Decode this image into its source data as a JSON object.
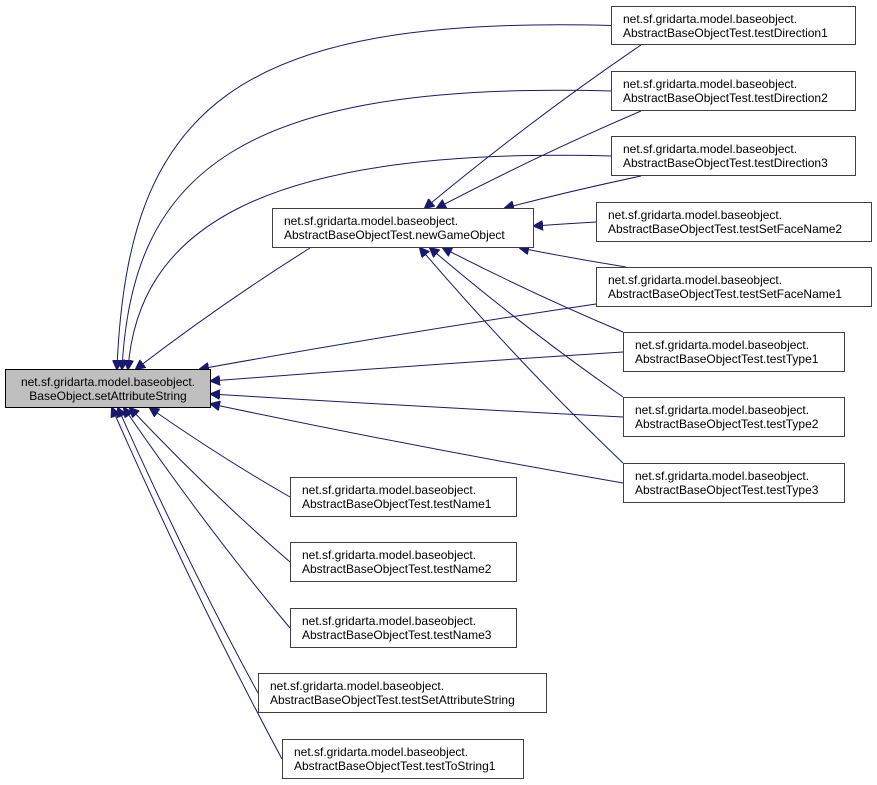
{
  "graph": {
    "edge_color": "#191970",
    "root": {
      "id": "setAttributeString",
      "line1": "net.sf.gridarta.model.baseobject.",
      "line2": "BaseObject.setAttributeString",
      "fill": "#bfbfbf"
    },
    "nodes": [
      {
        "id": "newGameObject",
        "line1": "net.sf.gridarta.model.baseobject.",
        "line2": "AbstractBaseObjectTest.newGameObject"
      },
      {
        "id": "testDirection1",
        "line1": "net.sf.gridarta.model.baseobject.",
        "line2": "AbstractBaseObjectTest.testDirection1"
      },
      {
        "id": "testDirection2",
        "line1": "net.sf.gridarta.model.baseobject.",
        "line2": "AbstractBaseObjectTest.testDirection2"
      },
      {
        "id": "testDirection3",
        "line1": "net.sf.gridarta.model.baseobject.",
        "line2": "AbstractBaseObjectTest.testDirection3"
      },
      {
        "id": "testSetFaceName2",
        "line1": "net.sf.gridarta.model.baseobject.",
        "line2": "AbstractBaseObjectTest.testSetFaceName2"
      },
      {
        "id": "testSetFaceName1",
        "line1": "net.sf.gridarta.model.baseobject.",
        "line2": "AbstractBaseObjectTest.testSetFaceName1"
      },
      {
        "id": "testType1",
        "line1": "net.sf.gridarta.model.baseobject.",
        "line2": "AbstractBaseObjectTest.testType1"
      },
      {
        "id": "testType2",
        "line1": "net.sf.gridarta.model.baseobject.",
        "line2": "AbstractBaseObjectTest.testType2"
      },
      {
        "id": "testType3",
        "line1": "net.sf.gridarta.model.baseobject.",
        "line2": "AbstractBaseObjectTest.testType3"
      },
      {
        "id": "testName1",
        "line1": "net.sf.gridarta.model.baseobject.",
        "line2": "AbstractBaseObjectTest.testName1"
      },
      {
        "id": "testName2",
        "line1": "net.sf.gridarta.model.baseobject.",
        "line2": "AbstractBaseObjectTest.testName2"
      },
      {
        "id": "testName3",
        "line1": "net.sf.gridarta.model.baseobject.",
        "line2": "AbstractBaseObjectTest.testName3"
      },
      {
        "id": "testSetAttributeString",
        "line1": "net.sf.gridarta.model.baseobject.",
        "line2": "AbstractBaseObjectTest.testSetAttributeString"
      },
      {
        "id": "testToString1",
        "line1": "net.sf.gridarta.model.baseobject.",
        "line2": "AbstractBaseObjectTest.testToString1"
      }
    ],
    "edges": [
      {
        "from": "newGameObject",
        "to": "setAttributeString"
      },
      {
        "from": "testDirection1",
        "to": "setAttributeString"
      },
      {
        "from": "testDirection2",
        "to": "setAttributeString"
      },
      {
        "from": "testDirection3",
        "to": "setAttributeString"
      },
      {
        "from": "testSetFaceName1",
        "to": "setAttributeString"
      },
      {
        "from": "testType1",
        "to": "setAttributeString"
      },
      {
        "from": "testType2",
        "to": "setAttributeString"
      },
      {
        "from": "testType3",
        "to": "setAttributeString"
      },
      {
        "from": "testName1",
        "to": "setAttributeString"
      },
      {
        "from": "testName2",
        "to": "setAttributeString"
      },
      {
        "from": "testName3",
        "to": "setAttributeString"
      },
      {
        "from": "testSetAttributeString",
        "to": "setAttributeString"
      },
      {
        "from": "testToString1",
        "to": "setAttributeString"
      },
      {
        "from": "testDirection1",
        "to": "newGameObject"
      },
      {
        "from": "testDirection2",
        "to": "newGameObject"
      },
      {
        "from": "testDirection3",
        "to": "newGameObject"
      },
      {
        "from": "testSetFaceName2",
        "to": "newGameObject"
      },
      {
        "from": "testSetFaceName1",
        "to": "newGameObject"
      },
      {
        "from": "testType1",
        "to": "newGameObject"
      },
      {
        "from": "testType2",
        "to": "newGameObject"
      },
      {
        "from": "testType3",
        "to": "newGameObject"
      }
    ]
  }
}
